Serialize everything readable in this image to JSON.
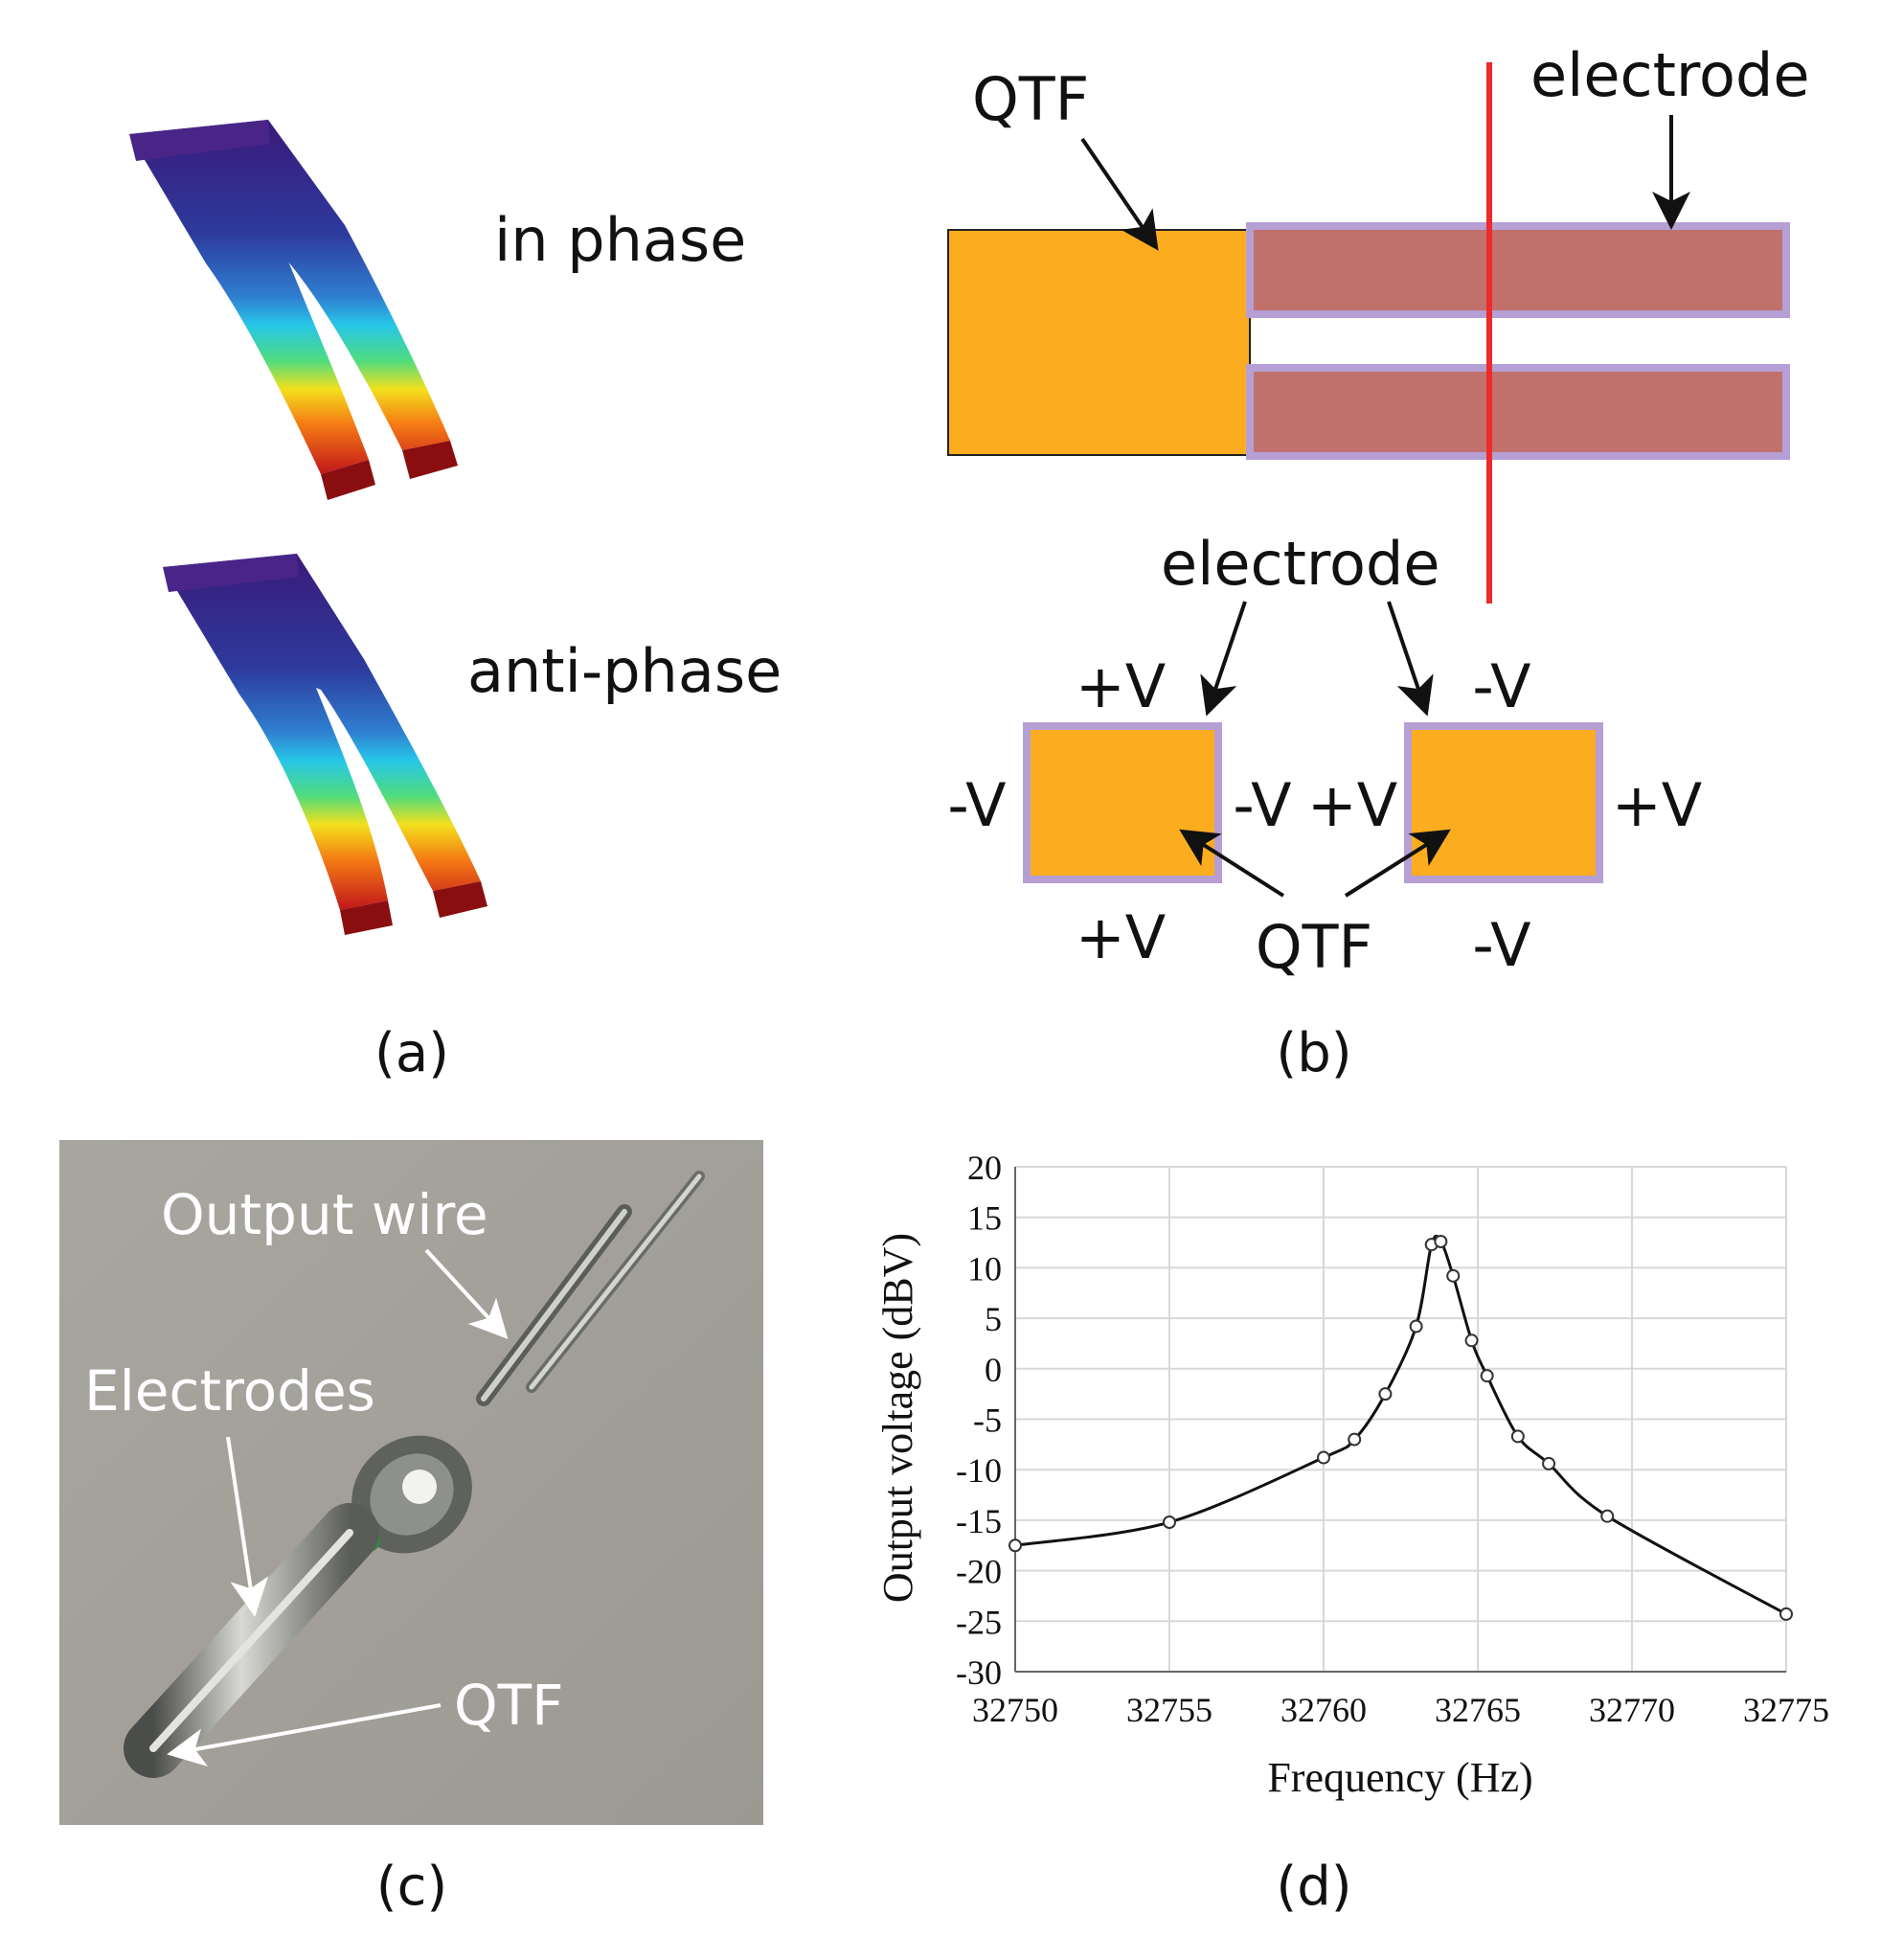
{
  "panel_a": {
    "label": "(a)",
    "mode_in": "in phase",
    "mode_anti": "anti-phase"
  },
  "panel_b": {
    "label": "(b)",
    "top_qtf": "QTF",
    "top_electrode": "electrode",
    "cross_electrode": "electrode",
    "cross_qtf": "QTF",
    "left_top": "+V",
    "left_left": "-V",
    "left_right": "-V",
    "left_bottom": "+V",
    "right_top": "-V",
    "right_left": "+V",
    "right_right": "+V",
    "right_bottom": "-V",
    "colors": {
      "qtf": "#fbac1f",
      "electrode": "#c0716c",
      "electrode_edge": "#b59fd4",
      "cut_line": "#ee2a2a"
    }
  },
  "panel_c": {
    "label": "(c)",
    "output_wire": "Output wire",
    "electrodes": "Electrodes",
    "qtf": "QTF"
  },
  "panel_d": {
    "label": "(d)"
  },
  "chart_data": {
    "type": "line",
    "title": "",
    "xlabel": "Frequency (Hz)",
    "ylabel": "Output voltage (dBV)",
    "xlim": [
      32750,
      32775
    ],
    "ylim": [
      -30,
      20
    ],
    "xticks": [
      "32750",
      "32755",
      "32760",
      "32765",
      "32770",
      "32775"
    ],
    "yticks": [
      "20",
      "15",
      "10",
      "5",
      "0",
      "-5",
      "-10",
      "-15",
      "-20",
      "-25",
      "-30"
    ],
    "grid": true,
    "series": [
      {
        "x": [
          32750,
          32755,
          32760,
          32761,
          32762,
          32763,
          32763.5,
          32763.8,
          32764.2,
          32764.8,
          32765.3,
          32766.3,
          32767.3,
          32769.2,
          32775
        ],
        "y": [
          -17.5,
          -15.2,
          -8.8,
          -7.0,
          -2.5,
          4.2,
          12.3,
          12.6,
          9.2,
          2.8,
          -0.7,
          -6.7,
          -9.4,
          -14.6,
          -24.3
        ]
      }
    ]
  }
}
